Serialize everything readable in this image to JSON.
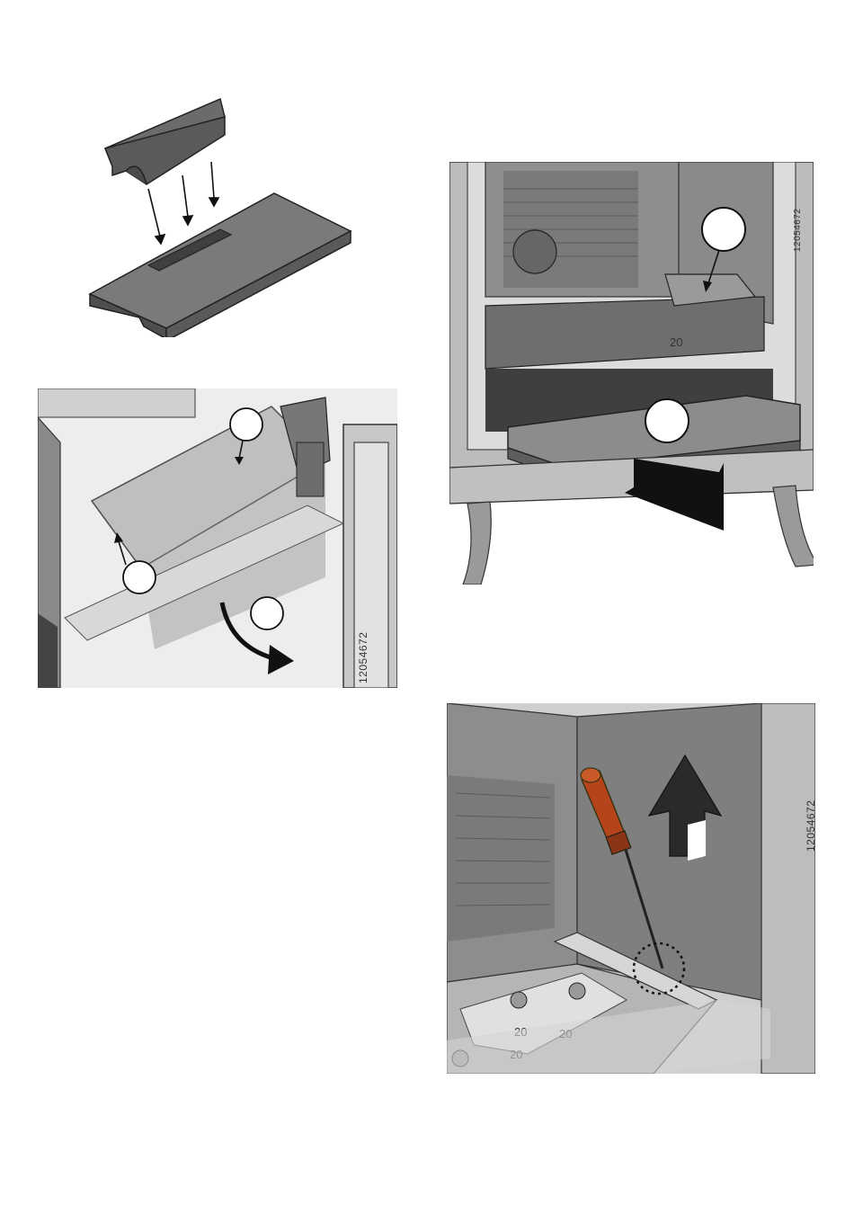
{
  "figures": [
    {
      "id": "brick-insert",
      "label": "Top fire brick placed into bottom brick"
    },
    {
      "id": "baffle-removal",
      "codes": [
        "12054672"
      ]
    },
    {
      "id": "ash-pan",
      "codes": [
        "12054672"
      ]
    },
    {
      "id": "screwdriver",
      "codes": [
        "12054672"
      ],
      "grate_marks": [
        "20",
        "20",
        "20"
      ]
    }
  ],
  "colors": {
    "stove_dark": "#5f5f5f",
    "stove_mid": "#8a8a8a",
    "stove_light": "#c9c9c9",
    "handle_orange": "#b5441a",
    "arrow_black": "#111111"
  },
  "codes": {
    "baffle": "12054672",
    "ash_pan": "12054672",
    "screwdriver": "12054672"
  },
  "marks": {
    "ash_grate": "20",
    "grate_a": "20",
    "grate_b": "20",
    "grate_c": "20"
  }
}
